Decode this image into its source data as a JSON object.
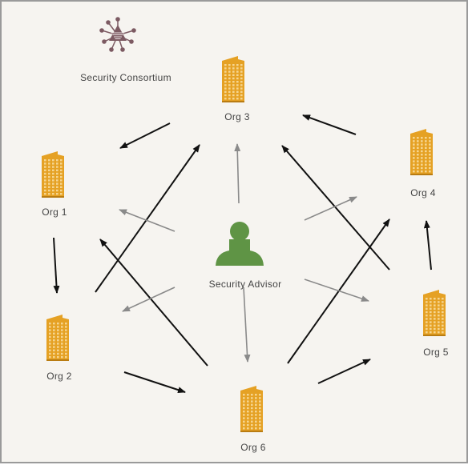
{
  "consortium": {
    "label": "Security Consortium"
  },
  "advisor": {
    "label": "Security Advisor"
  },
  "orgs": [
    {
      "id": "org1",
      "label": "Org 1"
    },
    {
      "id": "org2",
      "label": "Org 2"
    },
    {
      "id": "org3",
      "label": "Org 3"
    },
    {
      "id": "org4",
      "label": "Org 4"
    },
    {
      "id": "org5",
      "label": "Org 5"
    },
    {
      "id": "org6",
      "label": "Org 6"
    }
  ],
  "links": [
    {
      "from": "org3",
      "to": "org1",
      "kind": "org"
    },
    {
      "from": "org1",
      "to": "org2",
      "kind": "org"
    },
    {
      "from": "org2",
      "to": "org6",
      "kind": "org"
    },
    {
      "from": "org6",
      "to": "org5",
      "kind": "org"
    },
    {
      "from": "org5",
      "to": "org4",
      "kind": "org"
    },
    {
      "from": "org4",
      "to": "org3",
      "kind": "org"
    },
    {
      "from": "org2",
      "to": "org3",
      "kind": "org"
    },
    {
      "from": "org6",
      "to": "org1",
      "kind": "org"
    },
    {
      "from": "org6",
      "to": "org4",
      "kind": "org"
    },
    {
      "from": "org5",
      "to": "org3",
      "kind": "org"
    },
    {
      "from": "advisor",
      "to": "org3",
      "kind": "advisor"
    },
    {
      "from": "advisor",
      "to": "org1",
      "kind": "advisor"
    },
    {
      "from": "advisor",
      "to": "org4",
      "kind": "advisor"
    },
    {
      "from": "advisor",
      "to": "org2",
      "kind": "advisor"
    },
    {
      "from": "advisor",
      "to": "org5",
      "kind": "advisor"
    },
    {
      "from": "advisor",
      "to": "org6",
      "kind": "advisor"
    }
  ],
  "colors": {
    "background": "#f6f4f0",
    "building": "#e5a124",
    "building_window": "#f6d58f",
    "advisor": "#5f9445",
    "consortium_icon": "#7c5a62",
    "org_arrow": "#111111",
    "advisor_arrow": "#8a8a8a"
  }
}
